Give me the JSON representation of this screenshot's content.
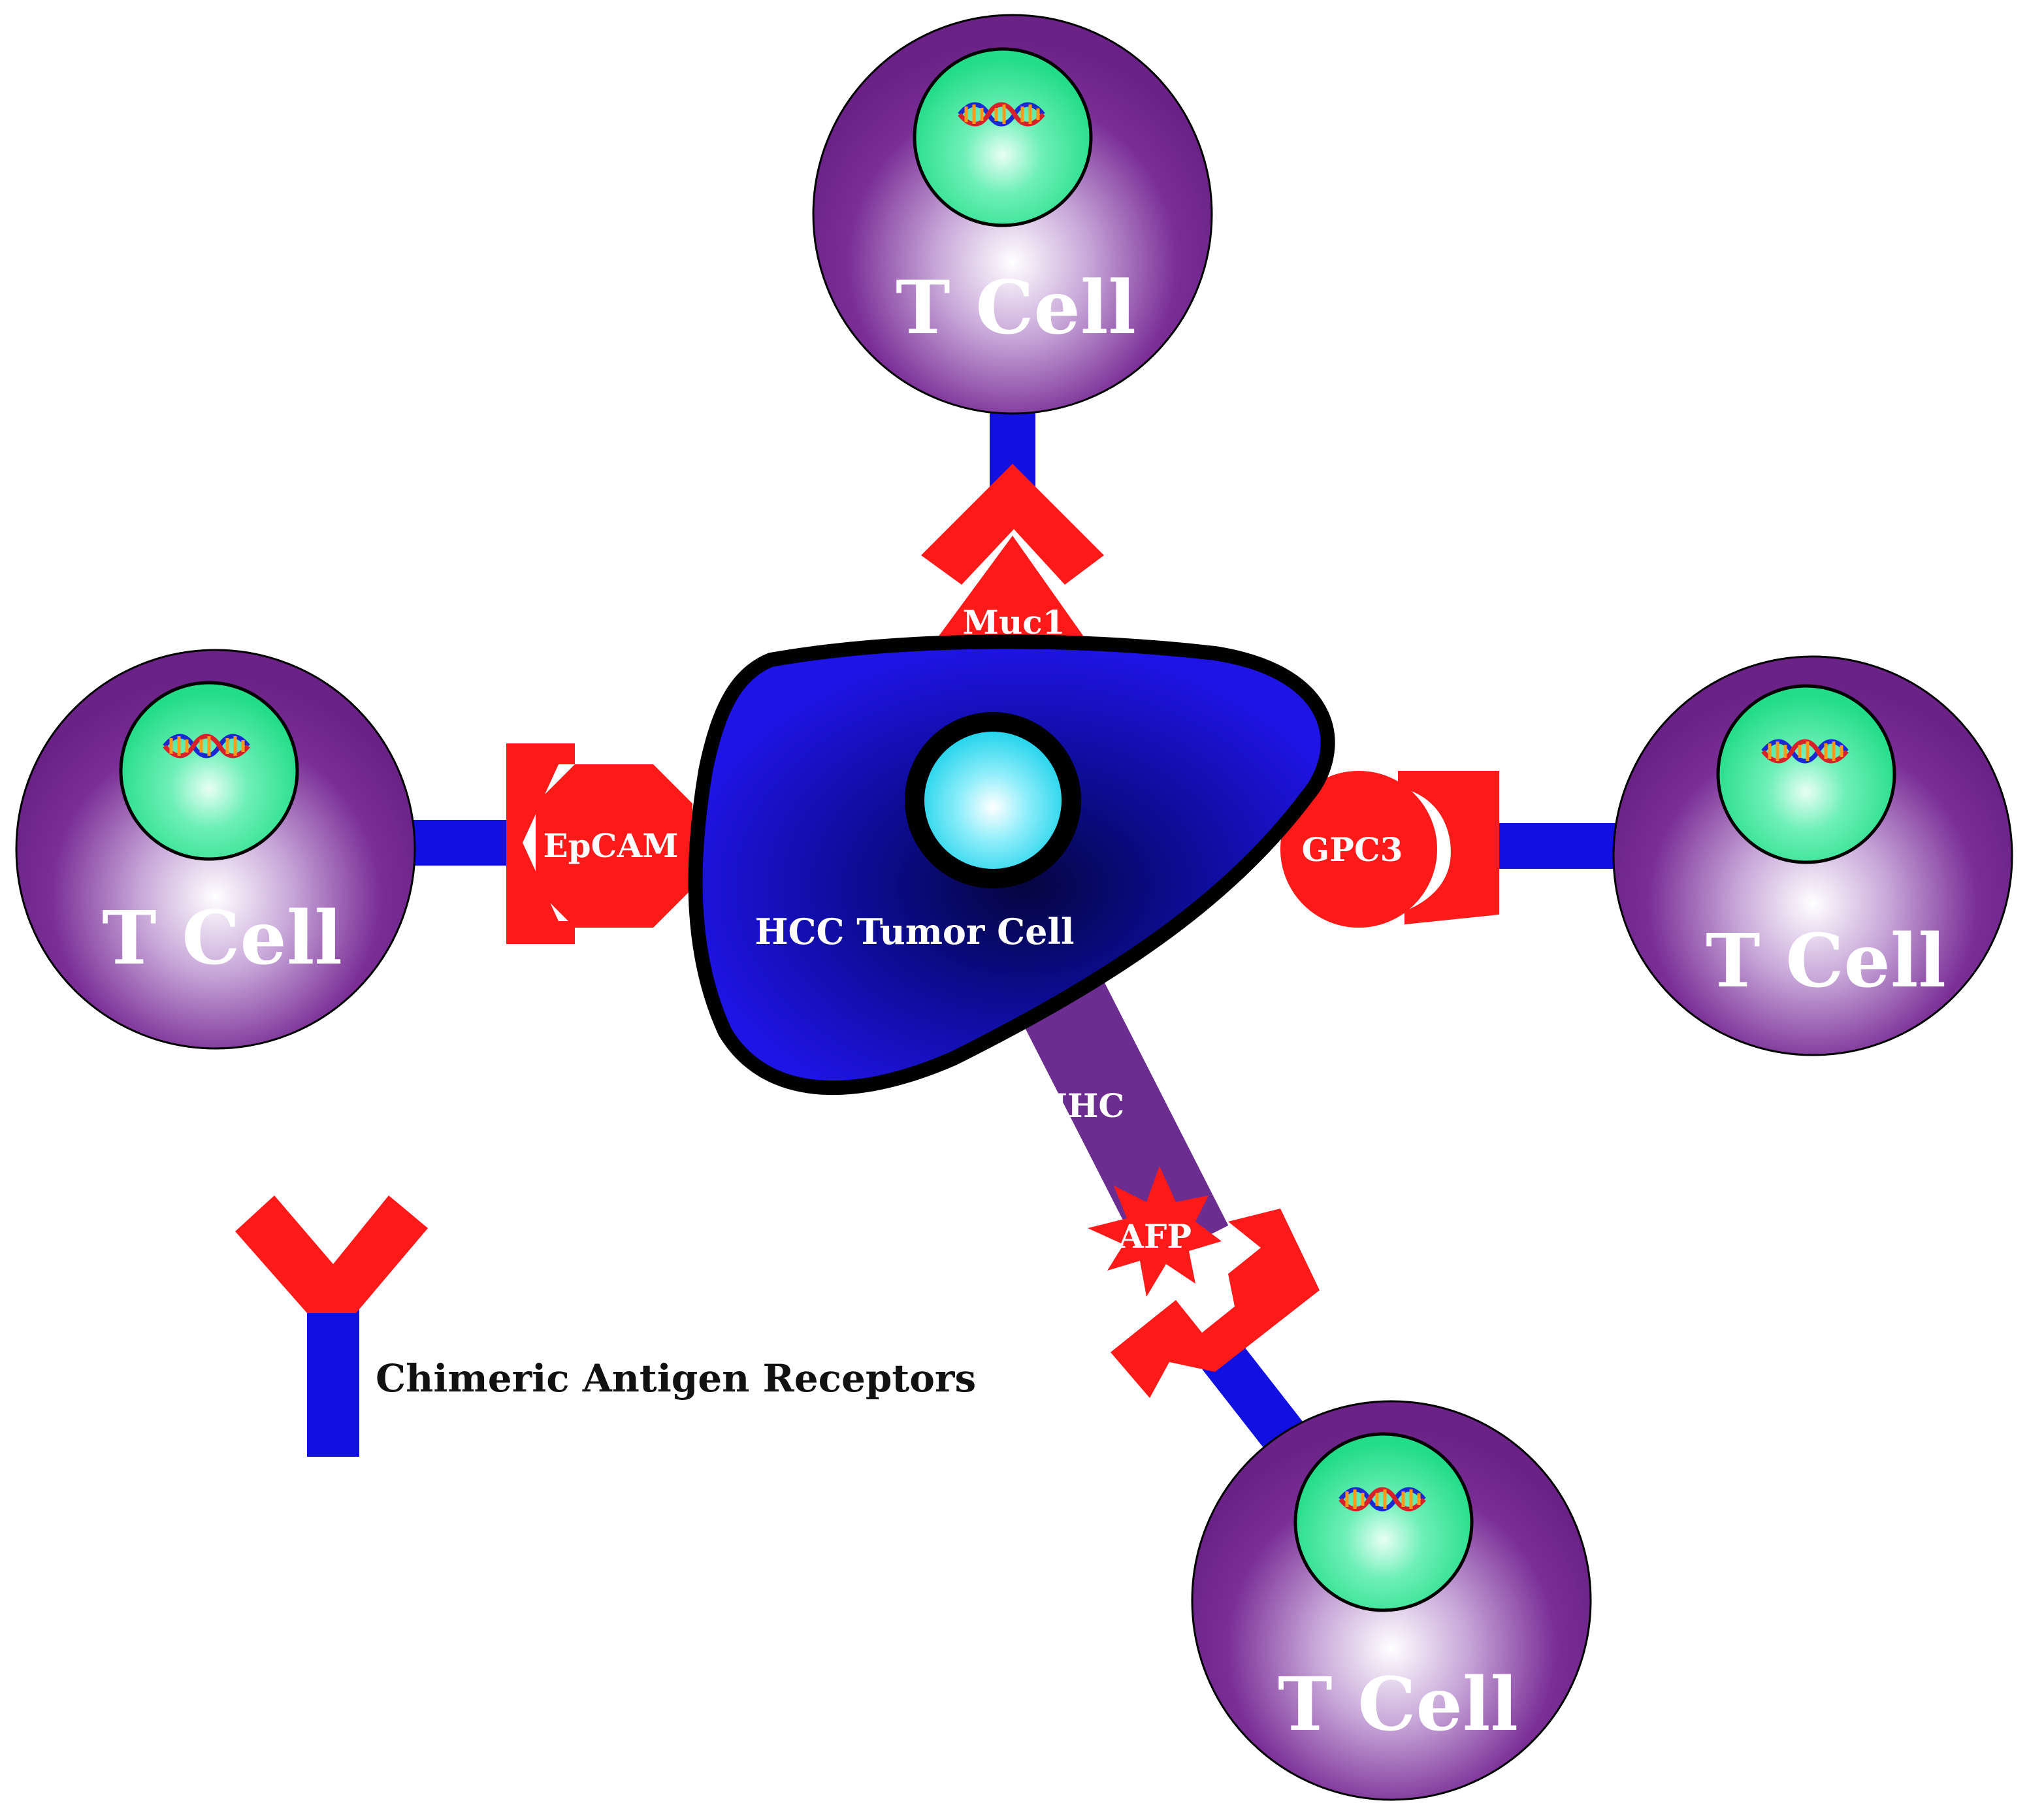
{
  "colors": {
    "tcell": "#7a2e96",
    "nucleus": "#27e08f",
    "tumor": "#1a10d8",
    "tumor_nucleus": "#2fd8ee",
    "receptor_red": "#ff1a1a",
    "receptor_blue": "#1210e0",
    "mhc": "#6b2d8f"
  },
  "tcells": {
    "top": {
      "label": "T Cell"
    },
    "left": {
      "label": "T Cell"
    },
    "right": {
      "label": "T Cell"
    },
    "bottom": {
      "label": "T Cell"
    }
  },
  "tumor": {
    "label": "HCC Tumor Cell"
  },
  "antigens": {
    "muc1": "Muc1",
    "epcam": "EpCAM",
    "gpc3": "GPC3",
    "mhc": "MHC",
    "afp": "AFP"
  },
  "legend": {
    "label": "Chimeric Antigen Receptors"
  },
  "icons": {
    "dna": "dna-helix-icon",
    "receptor": "car-receptor-icon"
  }
}
